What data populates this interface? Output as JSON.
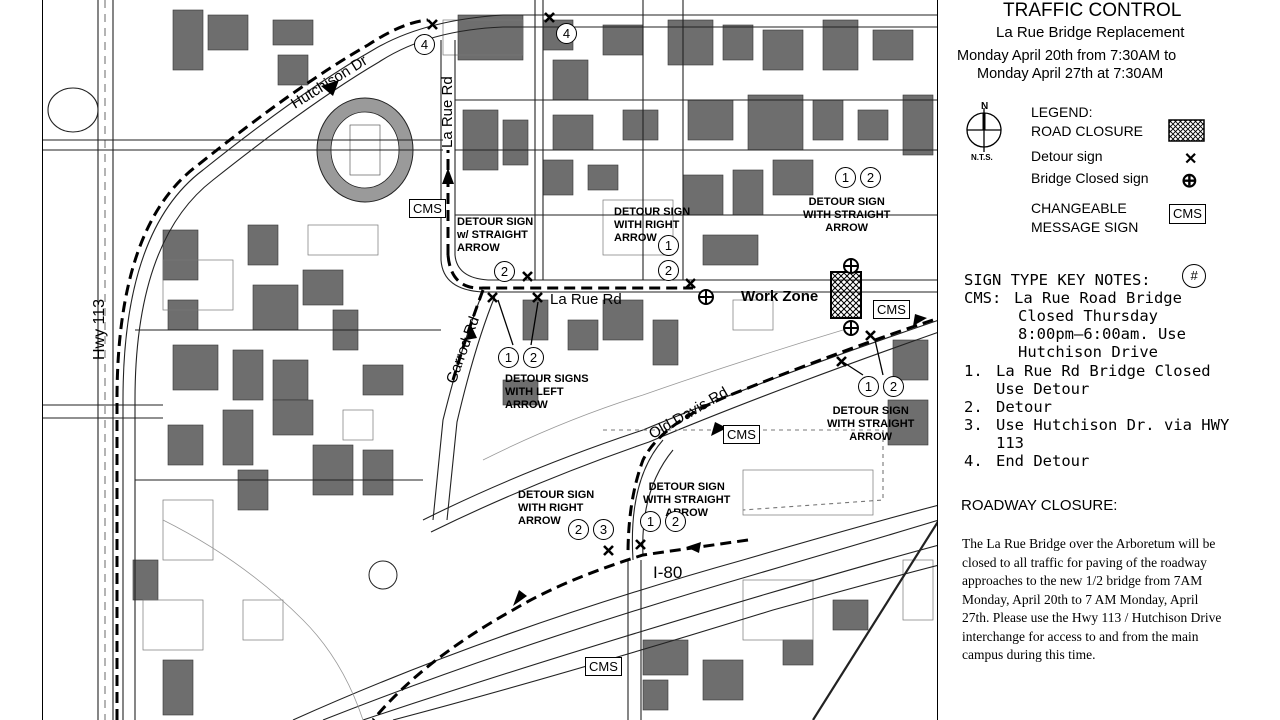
{
  "title": "TRAFFIC CONTROL",
  "subtitle": "La Rue Bridge Replacement",
  "dates": "Monday April 20th from 7:30AM to Monday April 27th at 7:30AM",
  "dates_line1": "Monday April 20th from 7:30AM to",
  "dates_line2": "Monday April 27th at 7:30AM",
  "north": {
    "letter": "N",
    "scale": "N.T.S."
  },
  "legend": {
    "heading": "LEGEND:",
    "road_closure": "ROAD CLOSURE",
    "detour_sign": "Detour sign",
    "bridge_closed_sign": "Bridge Closed sign",
    "cms_line1": "CHANGEABLE",
    "cms_line2": "MESSAGE SIGN",
    "cms_symbol": "CMS",
    "detour_symbol": "✕",
    "bridge_symbol": "⊕"
  },
  "key_notes": {
    "heading": "SIGN TYPE KEY NOTES:",
    "heading_symbol": "#",
    "cms_label": "CMS:",
    "cms_line1": "La Rue Road Bridge",
    "cms_line2": "Closed Thursday",
    "cms_line3": "8:00pm–6:00am. Use",
    "cms_line4": "Hutchison Drive",
    "items": [
      {
        "num": "1.",
        "line1": "La Rue Rd Bridge Closed",
        "line2": "Use Detour"
      },
      {
        "num": "2.",
        "line1": "Detour",
        "line2": ""
      },
      {
        "num": "3.",
        "line1": "Use Hutchison Dr. via HWY",
        "line2": "113"
      },
      {
        "num": "4.",
        "line1": "End Detour",
        "line2": ""
      }
    ]
  },
  "closure": {
    "heading": "ROADWAY CLOSURE:",
    "text": "The La Rue Bridge over the Arboretum will be closed to all traffic for paving of the roadway approaches to the new 1/2 bridge from 7AM Monday, April 20th to 7 AM Monday, April 27th.  Please use the Hwy 113 / Hutchison Drive interchange for access to and from the main campus during this time."
  },
  "map": {
    "roads": {
      "hutchison": "Hutchison Dr",
      "la_rue_vertical": "La Rue Rd",
      "la_rue_horizontal": "La Rue Rd",
      "garrod": "Garrod Rd",
      "hwy113": "Hwy 113",
      "old_davis": "Old Davis Rd",
      "i80": "I-80"
    },
    "work_zone": "Work Zone",
    "cms": "CMS",
    "notes": {
      "n1": "DETOUR SIGN\nw/ STRAIGHT\nARROW",
      "n2": "DETOUR SIGN\nWITH RIGHT\nARROW",
      "n3": "DETOUR SIGN\nWITH STRAIGHT\nARROW",
      "n4": "DETOUR SIGNS\nWITH LEFT\nARROW",
      "n5": "DETOUR SIGN\nWITH STRAIGHT\nARROW",
      "n6": "DETOUR SIGN\nWITH STRAIGHT\nARROW",
      "n7": "DETOUR SIGN\nWITH RIGHT\nARROW"
    },
    "sign_numbers": {
      "one": "1",
      "two": "2",
      "three": "3",
      "four": "4"
    }
  }
}
